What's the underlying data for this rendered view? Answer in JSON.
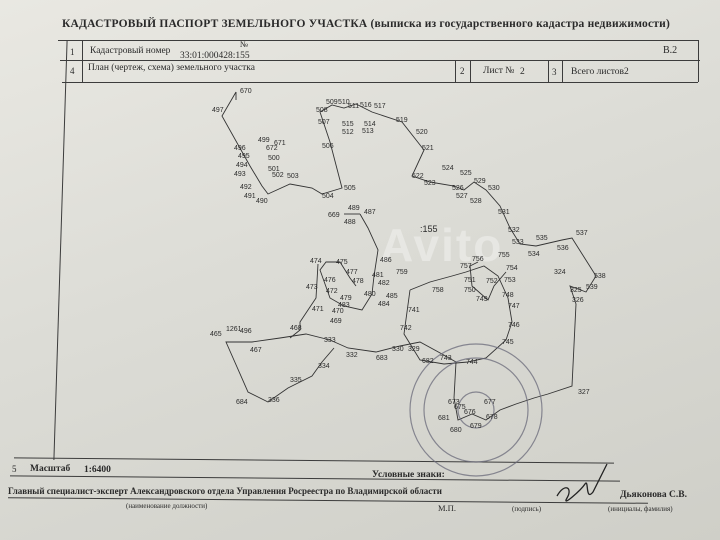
{
  "document": {
    "title": "КАДАСТРОВЫЙ ПАСПОРТ ЗЕМЕЛЬНОГО УЧАСТКА (выписка из государственного кадастра недвижимости)",
    "appendix": "В.2",
    "number_sign": "№",
    "row1": {
      "index": "1",
      "label": "Кадастровый номер",
      "value": "33:01:000428:155"
    },
    "row4": {
      "index": "4",
      "label": "План (чертеж, схема) земельного участка",
      "sheet_index": "2",
      "sheet_label": "Лист №",
      "sheet_value": "2",
      "sheet_index2": "3",
      "total_label": "Всего листов",
      "total_value": "2"
    },
    "row5": {
      "index": "5",
      "scale_label": "Масштаб",
      "scale_value": "1:6400",
      "legend_label": "Условные знаки:"
    },
    "signature": {
      "position": "Главный специалист-эксперт Александровского отдела Управления Росреестра по Владимирской области",
      "position_caption": "(наименование должности)",
      "mp": "М.П.",
      "sign_caption": "(подпись)",
      "name": "Дьяконова С.В.",
      "name_caption": "(инициалы, фамилия)"
    },
    "parcel_label": ":155",
    "watermark": "Avito"
  },
  "points": [
    {
      "id": "670"
    },
    {
      "id": "497"
    },
    {
      "id": "499"
    },
    {
      "id": "672"
    },
    {
      "id": "671"
    },
    {
      "id": "496"
    },
    {
      "id": "495"
    },
    {
      "id": "500"
    },
    {
      "id": "494"
    },
    {
      "id": "501"
    },
    {
      "id": "493"
    },
    {
      "id": "502"
    },
    {
      "id": "503"
    },
    {
      "id": "492"
    },
    {
      "id": "491"
    },
    {
      "id": "490"
    },
    {
      "id": "504"
    },
    {
      "id": "505"
    },
    {
      "id": "506"
    },
    {
      "id": "507"
    },
    {
      "id": "508"
    },
    {
      "id": "509"
    },
    {
      "id": "510"
    },
    {
      "id": "511"
    },
    {
      "id": "512"
    },
    {
      "id": "515"
    },
    {
      "id": "516"
    },
    {
      "id": "517"
    },
    {
      "id": "514"
    },
    {
      "id": "513"
    },
    {
      "id": "519"
    },
    {
      "id": "520"
    },
    {
      "id": "521"
    },
    {
      "id": "522"
    },
    {
      "id": "523"
    },
    {
      "id": "524"
    },
    {
      "id": "525"
    },
    {
      "id": "526"
    },
    {
      "id": "527"
    },
    {
      "id": "528"
    },
    {
      "id": "529"
    },
    {
      "id": "530"
    },
    {
      "id": "531"
    },
    {
      "id": "532"
    },
    {
      "id": "533"
    },
    {
      "id": "534"
    },
    {
      "id": "535"
    },
    {
      "id": "536"
    },
    {
      "id": "537"
    },
    {
      "id": "538"
    },
    {
      "id": "539"
    },
    {
      "id": "324"
    },
    {
      "id": "325"
    },
    {
      "id": "326"
    },
    {
      "id": "327"
    },
    {
      "id": "489"
    },
    {
      "id": "487"
    },
    {
      "id": "669"
    },
    {
      "id": "488"
    },
    {
      "id": "486"
    },
    {
      "id": "474"
    },
    {
      "id": "475"
    },
    {
      "id": "477"
    },
    {
      "id": "476"
    },
    {
      "id": "478"
    },
    {
      "id": "481"
    },
    {
      "id": "482"
    },
    {
      "id": "473"
    },
    {
      "id": "472"
    },
    {
      "id": "479"
    },
    {
      "id": "480"
    },
    {
      "id": "485"
    },
    {
      "id": "483"
    },
    {
      "id": "484"
    },
    {
      "id": "471"
    },
    {
      "id": "470"
    },
    {
      "id": "469"
    },
    {
      "id": "468"
    },
    {
      "id": "465"
    },
    {
      "id": "1261"
    },
    {
      "id": "496"
    },
    {
      "id": "467"
    },
    {
      "id": "333"
    },
    {
      "id": "332"
    },
    {
      "id": "334"
    },
    {
      "id": "335"
    },
    {
      "id": "336"
    },
    {
      "id": "684"
    },
    {
      "id": "683"
    },
    {
      "id": "330"
    },
    {
      "id": "329"
    },
    {
      "id": "682"
    },
    {
      "id": "743"
    },
    {
      "id": "744"
    },
    {
      "id": "742"
    },
    {
      "id": "741"
    },
    {
      "id": "758"
    },
    {
      "id": "759"
    },
    {
      "id": "757"
    },
    {
      "id": "756"
    },
    {
      "id": "755"
    },
    {
      "id": "754"
    },
    {
      "id": "751"
    },
    {
      "id": "752"
    },
    {
      "id": "753"
    },
    {
      "id": "750"
    },
    {
      "id": "749"
    },
    {
      "id": "748"
    },
    {
      "id": "747"
    },
    {
      "id": "746"
    },
    {
      "id": "745"
    },
    {
      "id": "673"
    },
    {
      "id": "675"
    },
    {
      "id": "677"
    },
    {
      "id": "676"
    },
    {
      "id": "678"
    },
    {
      "id": "681"
    },
    {
      "id": "680"
    },
    {
      "id": "679"
    }
  ]
}
